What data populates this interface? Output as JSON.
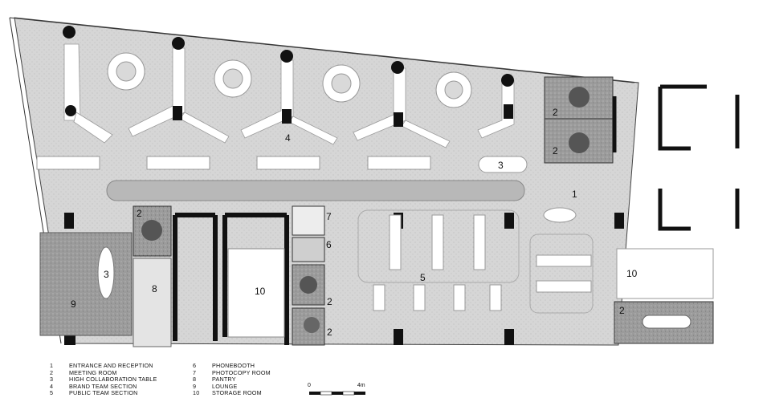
{
  "rooms": [
    {
      "number": "1",
      "name": "ENTRANCE AND RECEPTION"
    },
    {
      "number": "2",
      "name": "MEETING ROOM"
    },
    {
      "number": "3",
      "name": "HIGH COLLABORATION TABLE"
    },
    {
      "number": "4",
      "name": "BRAND TEAM SECTION"
    },
    {
      "number": "5",
      "name": "PUBLIC TEAM SECTION"
    },
    {
      "number": "6",
      "name": "PHONEBOOTH"
    },
    {
      "number": "7",
      "name": "PHOTOCOPY ROOM"
    },
    {
      "number": "8",
      "name": "PANTRY"
    },
    {
      "number": "9",
      "name": "LOUNGE"
    },
    {
      "number": "10",
      "name": "STORAGE ROOM"
    }
  ],
  "scale_bar": {
    "start": "0",
    "end": "4m"
  },
  "colors": {
    "floor": "#d9d9d9",
    "wall": "#111111",
    "meeting": "#9a9a9a",
    "furniture": "#ffffff",
    "chair": "#9e9e9e"
  }
}
